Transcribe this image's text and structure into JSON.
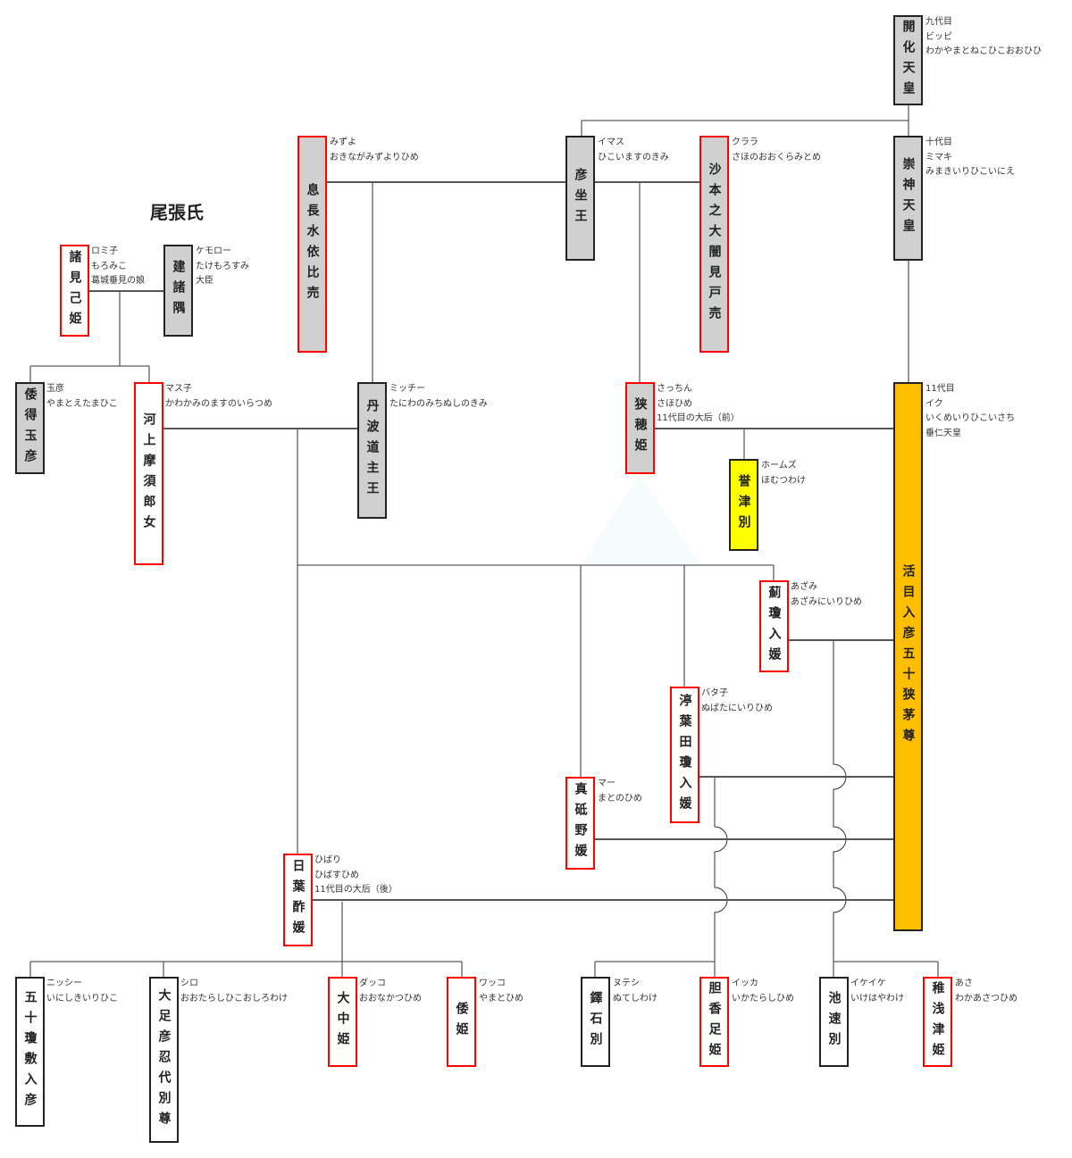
{
  "title": "尾張氏",
  "people": {
    "kaika": {
      "name": "開化天皇",
      "notes": [
        "九代目",
        "ビッピ",
        "わかやまとねこひこおおひひ"
      ]
    },
    "sujin": {
      "name": "崇神天皇",
      "notes": [
        "十代目",
        "ミマキ",
        "みまきいりひこいにえ"
      ]
    },
    "hikoimasu": {
      "name": "彦坐王",
      "notes": [
        "イマス",
        "ひこいますのきみ"
      ]
    },
    "okinaga": {
      "name": "息長水依比売",
      "notes": [
        "みずよ",
        "おきながみずよりひめ"
      ]
    },
    "saho_okura": {
      "name": "沙本之大闇見戸売",
      "notes": [
        "クララ",
        "さほのおおくらみとめ"
      ]
    },
    "morokoshi": {
      "name": "諸見己姫",
      "notes": [
        "ロミ子",
        "もろみこ",
        "葛城垂見の娘"
      ]
    },
    "takemorosumi": {
      "name": "建諸隅",
      "notes": [
        "ケモロー",
        "たけもろすみ",
        "大臣"
      ]
    },
    "yamatoe": {
      "name": "倭得玉彦",
      "notes": [
        "玉彦",
        "やまとえたまひこ"
      ]
    },
    "kawakami": {
      "name": "河上摩須郎女",
      "notes": [
        "マス子",
        "かわかみのますのいらつめ"
      ]
    },
    "tanba": {
      "name": "丹波道主王",
      "notes": [
        "ミッチー",
        "たにわのみちぬしのきみ"
      ]
    },
    "sahohime": {
      "name": "狭穂姫",
      "notes": [
        "さっちん",
        "さほひめ",
        "11代目の大后（前）"
      ]
    },
    "ikume": {
      "name": "活目入彦五十狭茅尊",
      "notes": [
        "11代目",
        "イク",
        "いくめいりひこいさち",
        "垂仁天皇"
      ]
    },
    "homutsu": {
      "name": "誉津別",
      "notes": [
        "ホームズ",
        "ほむつわけ"
      ]
    },
    "azami": {
      "name": "薊瓊入媛",
      "notes": [
        "あざみ",
        "あざみにいりひめ"
      ]
    },
    "nubata": {
      "name": "渟葉田瓊入媛",
      "notes": [
        "バタ子",
        "ぬばたにいりひめ"
      ]
    },
    "matono": {
      "name": "真砥野媛",
      "notes": [
        "マー",
        "まとのひめ"
      ]
    },
    "hibasu": {
      "name": "日葉酢媛",
      "notes": [
        "ひばり",
        "ひばすひめ",
        "11代目の大后（後）"
      ]
    },
    "inishiki": {
      "name": "五十瓊敷入彦",
      "notes": [
        "ニッシー",
        "いにしきいりひこ"
      ]
    },
    "otarashi": {
      "name": "大足彦忍代別尊",
      "notes": [
        "シロ",
        "おおたらしひこおしろわけ"
      ]
    },
    "onaka": {
      "name": "大中姫",
      "notes": [
        "ダッコ",
        "おおなかつひめ"
      ]
    },
    "yamatohime": {
      "name": "倭姫",
      "notes": [
        "ワッコ",
        "やまとひめ"
      ]
    },
    "nutetsu": {
      "name": "鐸石別",
      "notes": [
        "ヌテシ",
        "ぬてしわけ"
      ]
    },
    "ikatara": {
      "name": "胆香足姫",
      "notes": [
        "イッカ",
        "いかたらしひめ"
      ]
    },
    "ikehaya": {
      "name": "池速別",
      "notes": [
        "イケイケ",
        "いけはやわけ"
      ]
    },
    "wakaasa": {
      "name": "稚浅津姫",
      "notes": [
        "あさ",
        "わかあさつひめ"
      ]
    }
  },
  "colors": {
    "emperor_fill": "#ffbf00",
    "heir_fill": "#ffff00",
    "ancestor_fill": "#d0d0d0",
    "female_border": "#ff0000",
    "male_border": "#222222"
  }
}
